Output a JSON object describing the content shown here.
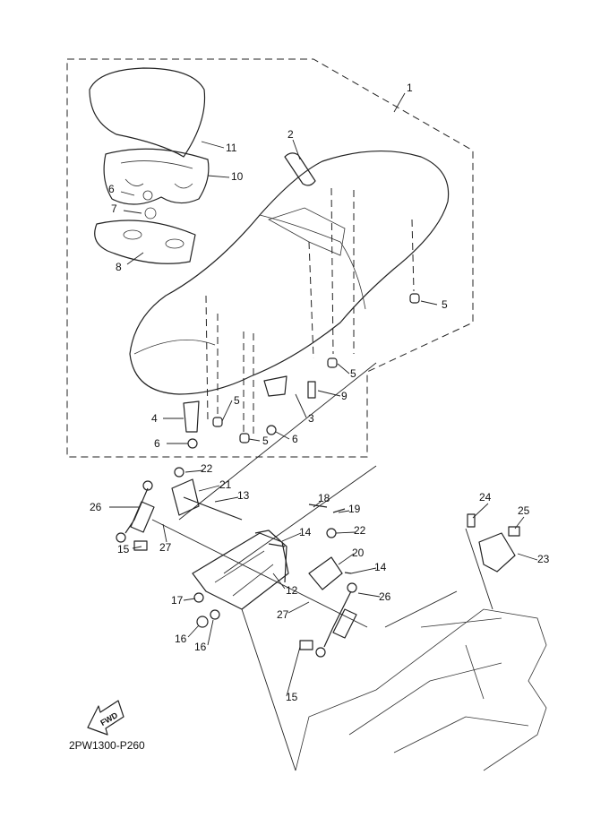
{
  "diagram_code": "2PW1300-P260",
  "direction_arrow": "FWD",
  "callouts": [
    "1",
    "2",
    "11",
    "10",
    "6",
    "7",
    "8",
    "5",
    "5",
    "9",
    "3",
    "5",
    "4",
    "6",
    "5",
    "6",
    "22",
    "21",
    "26",
    "13",
    "18",
    "19",
    "14",
    "22",
    "20",
    "14",
    "27",
    "15",
    "12",
    "26",
    "17",
    "27",
    "16",
    "16",
    "15",
    "24",
    "25",
    "23"
  ]
}
